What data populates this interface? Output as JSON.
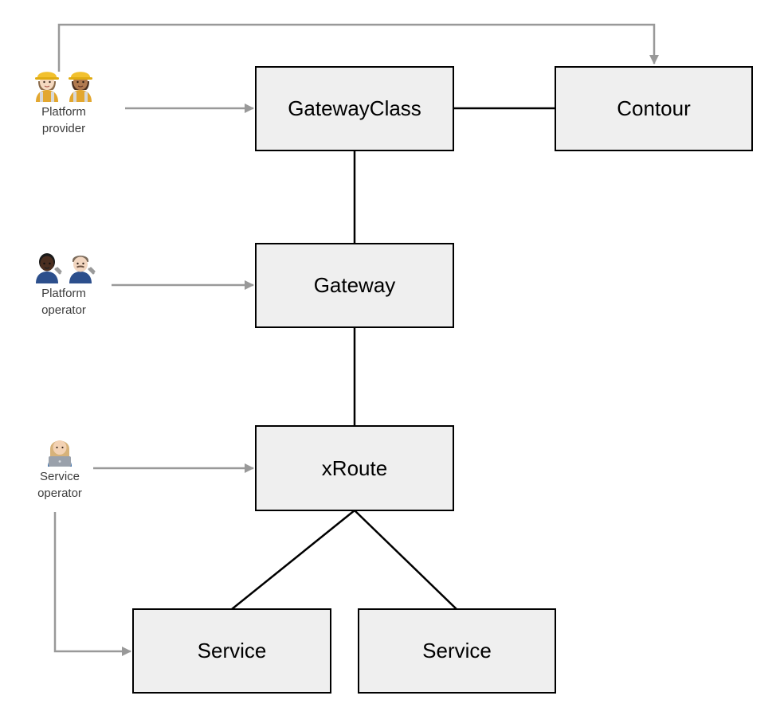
{
  "nodes": {
    "gatewayclass": "GatewayClass",
    "contour": "Contour",
    "gateway": "Gateway",
    "xroute": "xRoute",
    "service1": "Service",
    "service2": "Service"
  },
  "actors": {
    "provider": {
      "line1": "Platform",
      "line2": "provider"
    },
    "operator": {
      "line1": "Platform",
      "line2": "operator"
    },
    "service_operator": {
      "line1": "Service",
      "line2": "operator"
    }
  },
  "colors": {
    "box_fill": "#efefef",
    "box_border": "#000000",
    "solid_connector": "#000000",
    "arrow": "#999999"
  }
}
